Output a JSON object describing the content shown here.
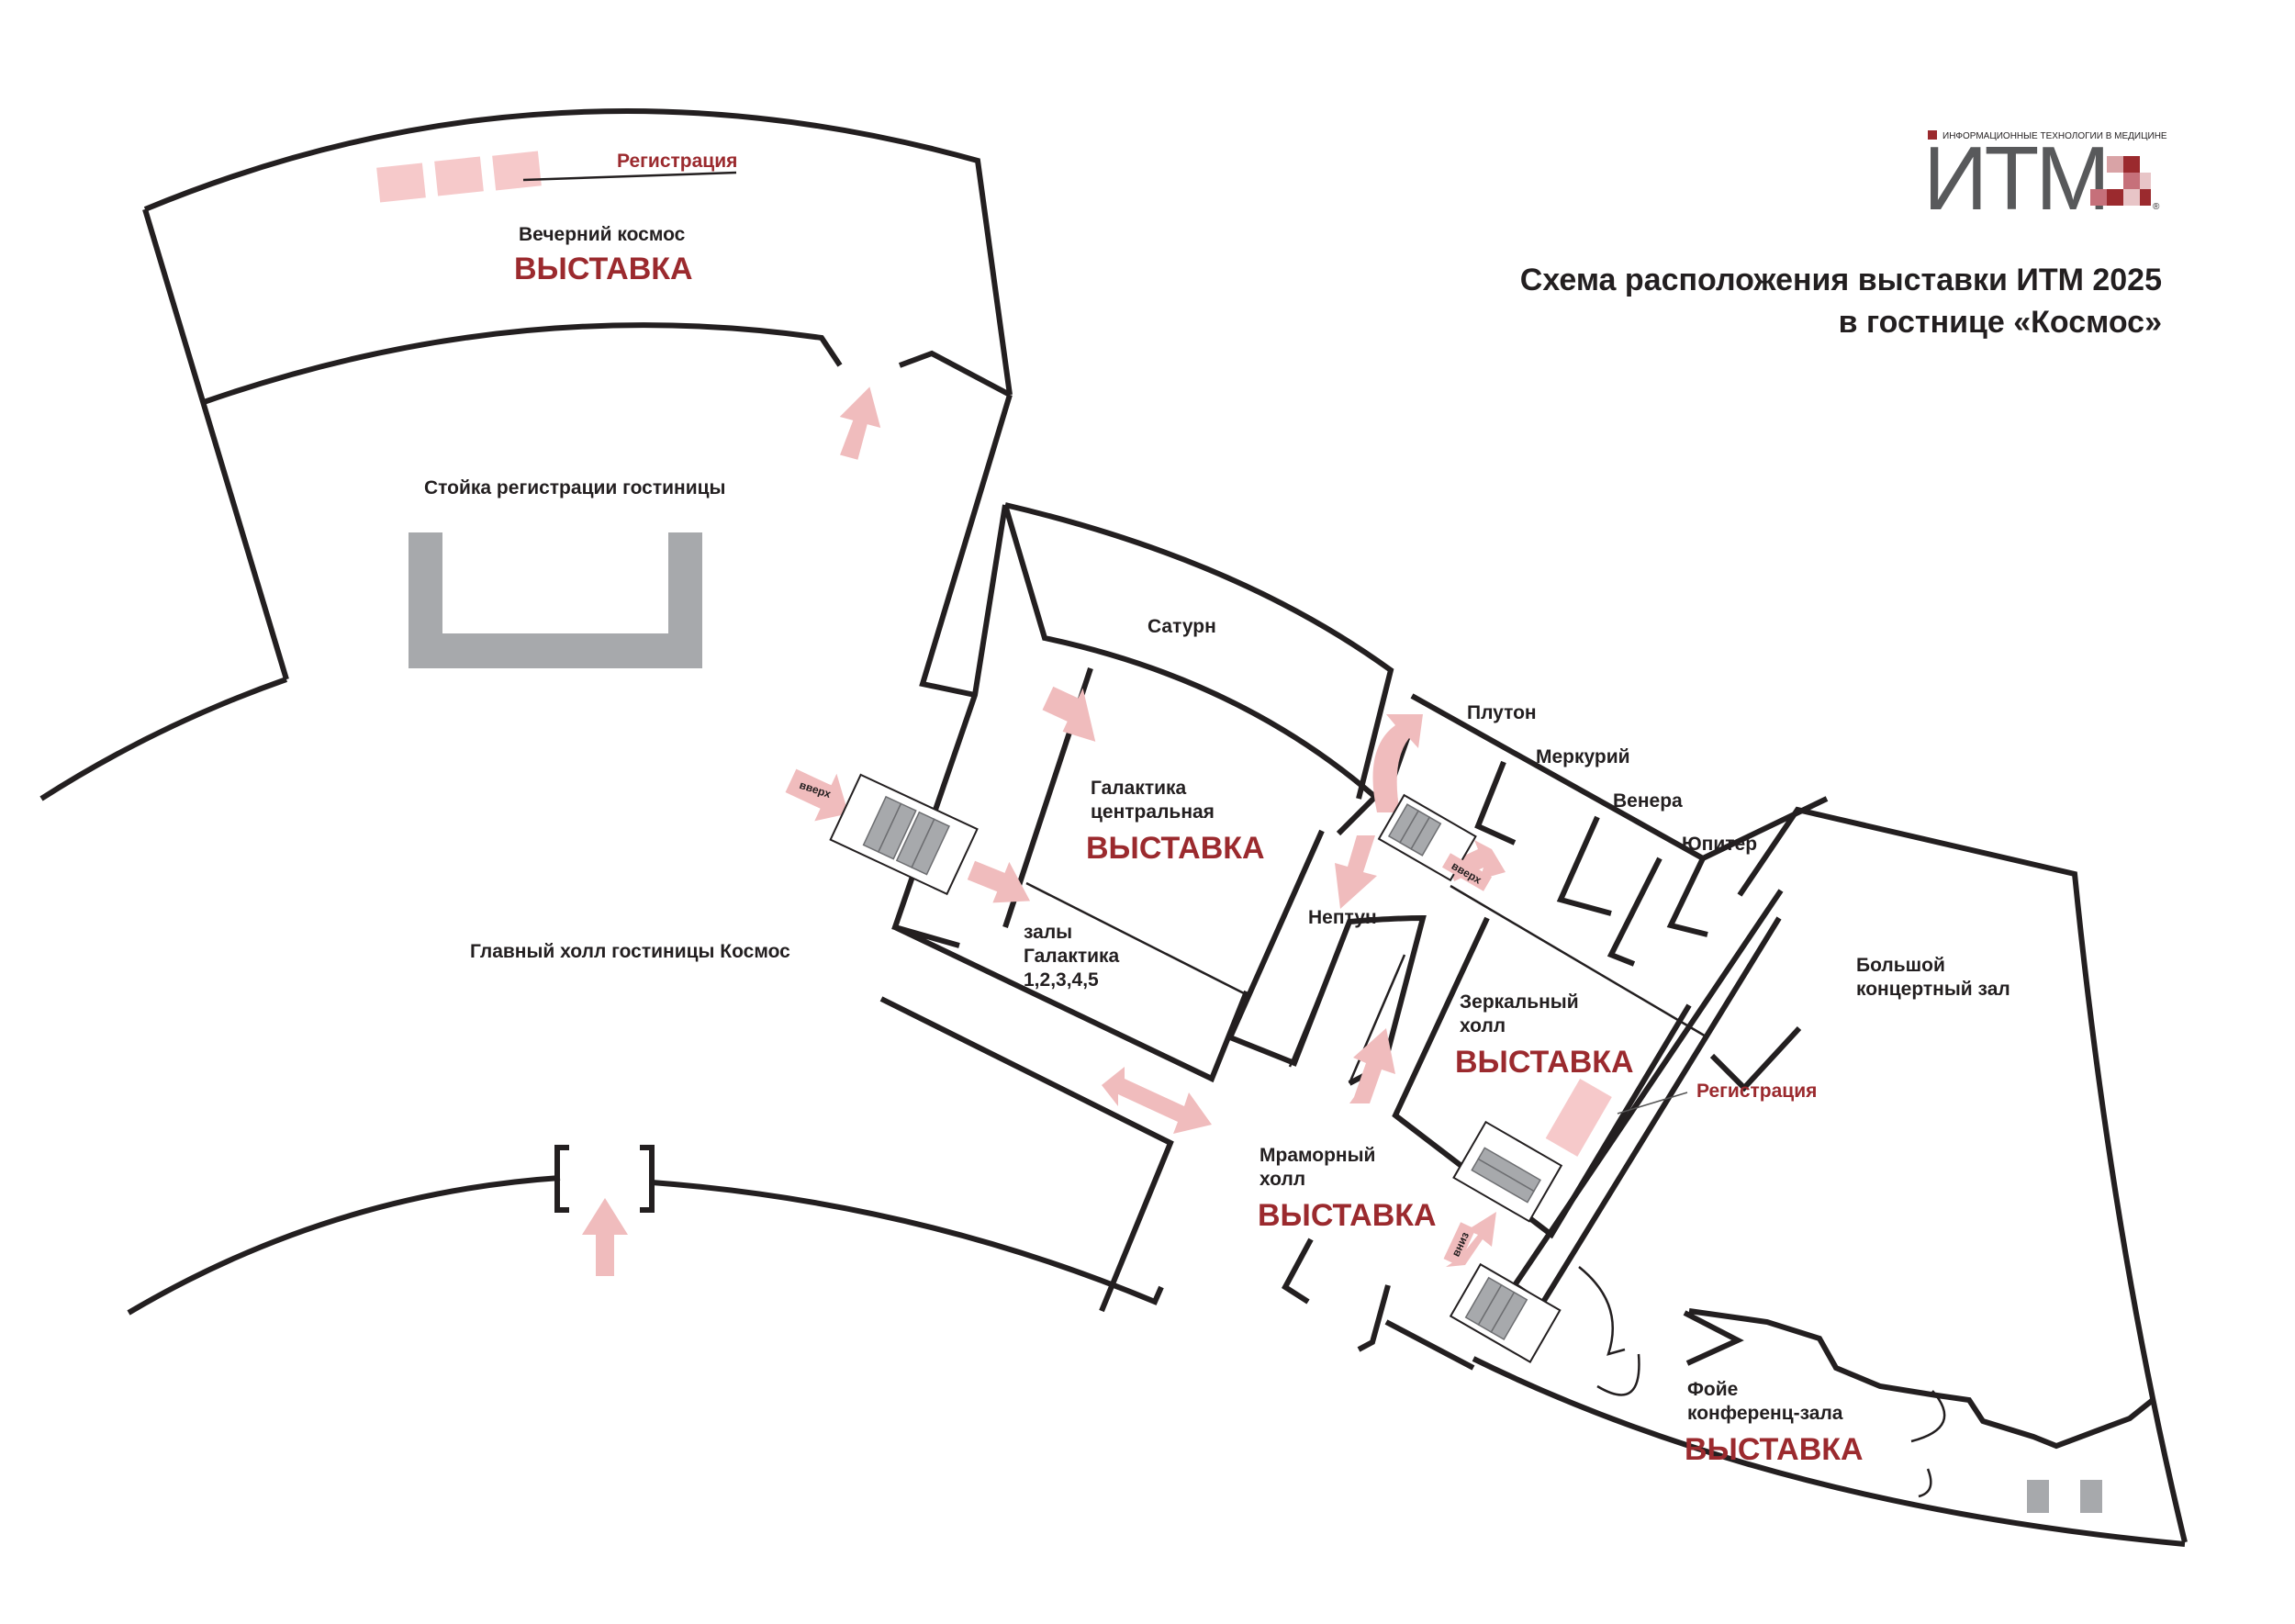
{
  "title": {
    "line1": "Схема расположения выставки ИТМ 2025",
    "line2": "в гостнице «Космос»"
  },
  "logo": {
    "tagline": "ИНФОРМАЦИОННЫЕ ТЕХНОЛОГИИ В МЕДИЦИНЕ",
    "mark": "ИТМ",
    "registered": "®"
  },
  "colors": {
    "accent": "#9b2a2e",
    "arrow": "#f0bcbd",
    "wall": "#231f20",
    "reception_desk": "#a7a9ac"
  },
  "rooms": {
    "evening_cosmos": "Вечерний космос",
    "hotel_reception": "Стойка регистрации гостиницы",
    "main_hall": "Главный холл гостиницы Космос",
    "saturn": "Сатурн",
    "pluto": "Плутон",
    "mercury": "Меркурий",
    "venus": "Венера",
    "jupiter": "Юпитер",
    "neptune": "Нептун",
    "galaxy_central_1": "Галактика",
    "galaxy_central_2": "центральная",
    "galaxy_halls_1": "залы",
    "galaxy_halls_2": "Галактика",
    "galaxy_halls_3": "1,2,3,4,5",
    "mirror_hall_1": "Зеркальный",
    "mirror_hall_2": "холл",
    "marble_hall_1": "Мраморный",
    "marble_hall_2": "холл",
    "concert_hall_1": "Большой",
    "concert_hall_2": "концертный зал",
    "foyer_1": "Фойе",
    "foyer_2": "конференц-зала"
  },
  "exhibition_label": "ВЫСТАВКА",
  "registration_label": "Регистрация",
  "stairs": {
    "up": "вверх",
    "down": "вниз"
  }
}
